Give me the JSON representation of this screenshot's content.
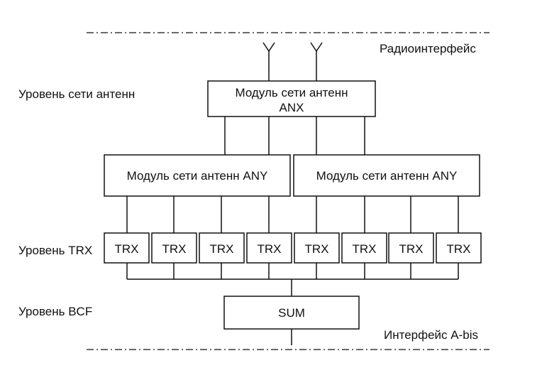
{
  "labels": {
    "radio_interface": "Радиоинтерфейс",
    "antenna_level": "Уровень сети антенн",
    "trx_level": "Уровень TRX",
    "bcf_level": "Уровень BCF",
    "abis_interface": "Интерфейс A-bis"
  },
  "anx": {
    "line1": "Модуль сети антенн",
    "line2": "ANX"
  },
  "any": [
    "Модуль сети антенн ANY",
    "Модуль сети антенн ANY"
  ],
  "trx": [
    "TRX",
    "TRX",
    "TRX",
    "TRX",
    "TRX",
    "TRX",
    "TRX",
    "TRX"
  ],
  "sum": "SUM"
}
